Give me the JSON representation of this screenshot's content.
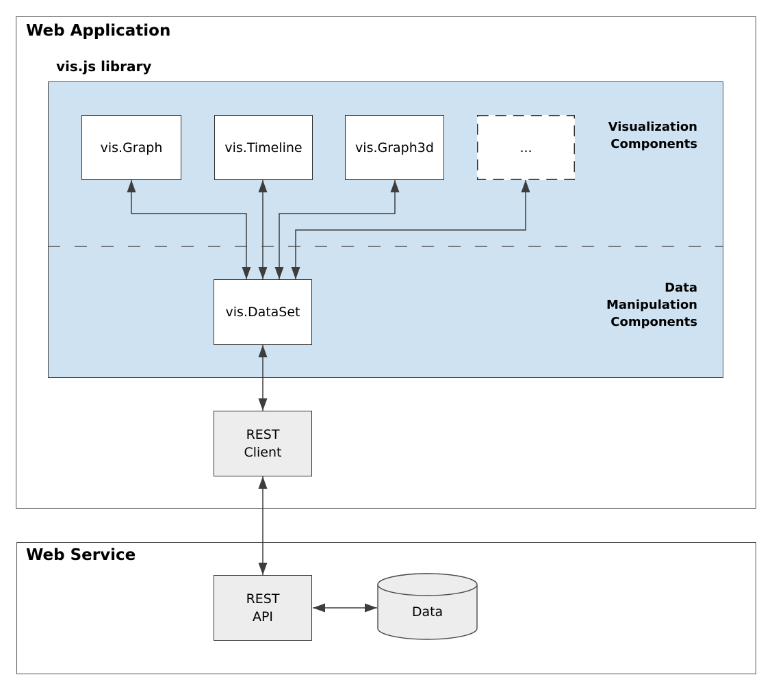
{
  "colors": {
    "blue_fill": "#cfe2f1",
    "gray_fill": "#ededed",
    "node_border": "#303030",
    "outer_border": "#4c4c4c",
    "line": "#3d3d3d"
  },
  "web_application": {
    "title": "Web Application"
  },
  "vis_library": {
    "title": "vis.js library",
    "section_visualization": {
      "lines": [
        "Visualization",
        "Components"
      ]
    },
    "section_data_manipulation": {
      "lines": [
        "Data",
        "Manipulation",
        "Components"
      ]
    }
  },
  "nodes": {
    "vis_graph": {
      "label": "vis.Graph"
    },
    "vis_timeline": {
      "label": "vis.Timeline"
    },
    "vis_graph3d": {
      "label": "vis.Graph3d"
    },
    "ellipsis": {
      "label": "..."
    },
    "vis_dataset": {
      "label": "vis.DataSet"
    },
    "rest_client": {
      "lines": [
        "REST",
        "Client"
      ]
    },
    "rest_api": {
      "lines": [
        "REST",
        "API"
      ]
    },
    "data_store": {
      "label": "Data"
    }
  },
  "web_service": {
    "title": "Web Service"
  }
}
